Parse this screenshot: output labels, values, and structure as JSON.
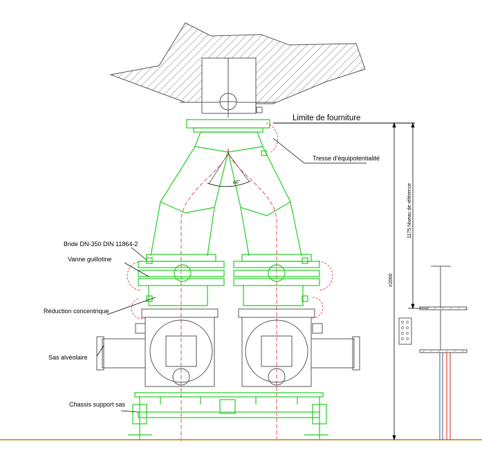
{
  "colors": {
    "equipment": "#22cc22",
    "structure": "#555555",
    "dimension": "#000000",
    "pipe_red": "#dd2222",
    "ground": "#c8a040"
  },
  "labels": {
    "supply_limit": "Limite de fourniture",
    "equipotential_braid": "Tresse d'équipotentialité",
    "angle": "60°",
    "flange": "Bride DN-350 DIN 11864-2",
    "gate_valve": "Vanne guillotine",
    "concentric_reduction": "Réduction concentrique",
    "rotary_valve": "Sas alvéolaire",
    "chassis": "Chassis support sas"
  },
  "dimensions": {
    "reference_level": "1175 Niveau de référence",
    "overall_height": "≠2000"
  }
}
